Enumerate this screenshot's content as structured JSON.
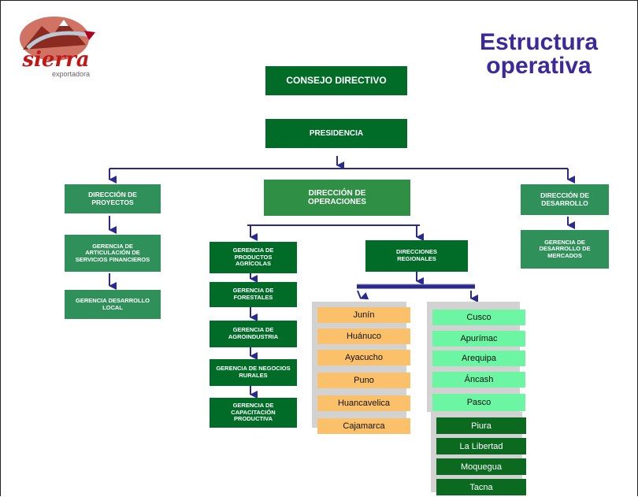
{
  "title": "Estructura operativa",
  "logo": {
    "name": "sierra",
    "subtitle": "exportadora"
  },
  "consejo": "CONSEJO DIRECTIVO",
  "presidencia": "PRESIDENCIA",
  "dir_proyectos": "DIRECCIÓN DE PROYECTOS",
  "dir_operaciones": "DIRECCIÓN DE OPERACIONES",
  "dir_desarrollo": "DIRECCIÓN DE DESARROLLO",
  "ger_articulacion": "GERENCIA DE ARTICULACIÓN DE SERVICIOS FINANCIEROS",
  "ger_desarrollo_local": "GERENCIA DESARROLLO LOCAL",
  "ger_mercados": "GERENCIA DE DESARROLLO DE MERCADOS",
  "ger_operaciones": [
    "GERENCIA DE PRODUCTOS AGRÍCOLAS",
    "GERENCIA DE FORESTALES",
    "GERENCIA DE AGROINDUSTRIA",
    "GERENCIA DE NEGOCIOS RURALES",
    "GERENCIA DE CAPACITACIÓN PRODUCTIVA"
  ],
  "direcciones_regionales": "DIRECCIONES REGIONALES",
  "regiones_col1": [
    "Junín",
    "Huánuco",
    "Ayacucho",
    "Puno",
    "Huancavelica",
    "Cajamarca"
  ],
  "regiones_col2": [
    "Cusco",
    "Apurímac",
    "Arequipa",
    "Áncash",
    "Pasco"
  ],
  "regiones_col3": [
    "Piura",
    "La Libertad",
    "Moquegua",
    "Tacna"
  ],
  "colors": {
    "title": "#3a2a9a",
    "connector": "#2a2a8c",
    "box_dark_green": "#006c28",
    "box_mid_green": "#2f8f45",
    "region_orange": "#fbc16a",
    "region_light_green": "#6cf5a3",
    "region_dark_green": "#0b6a20"
  }
}
